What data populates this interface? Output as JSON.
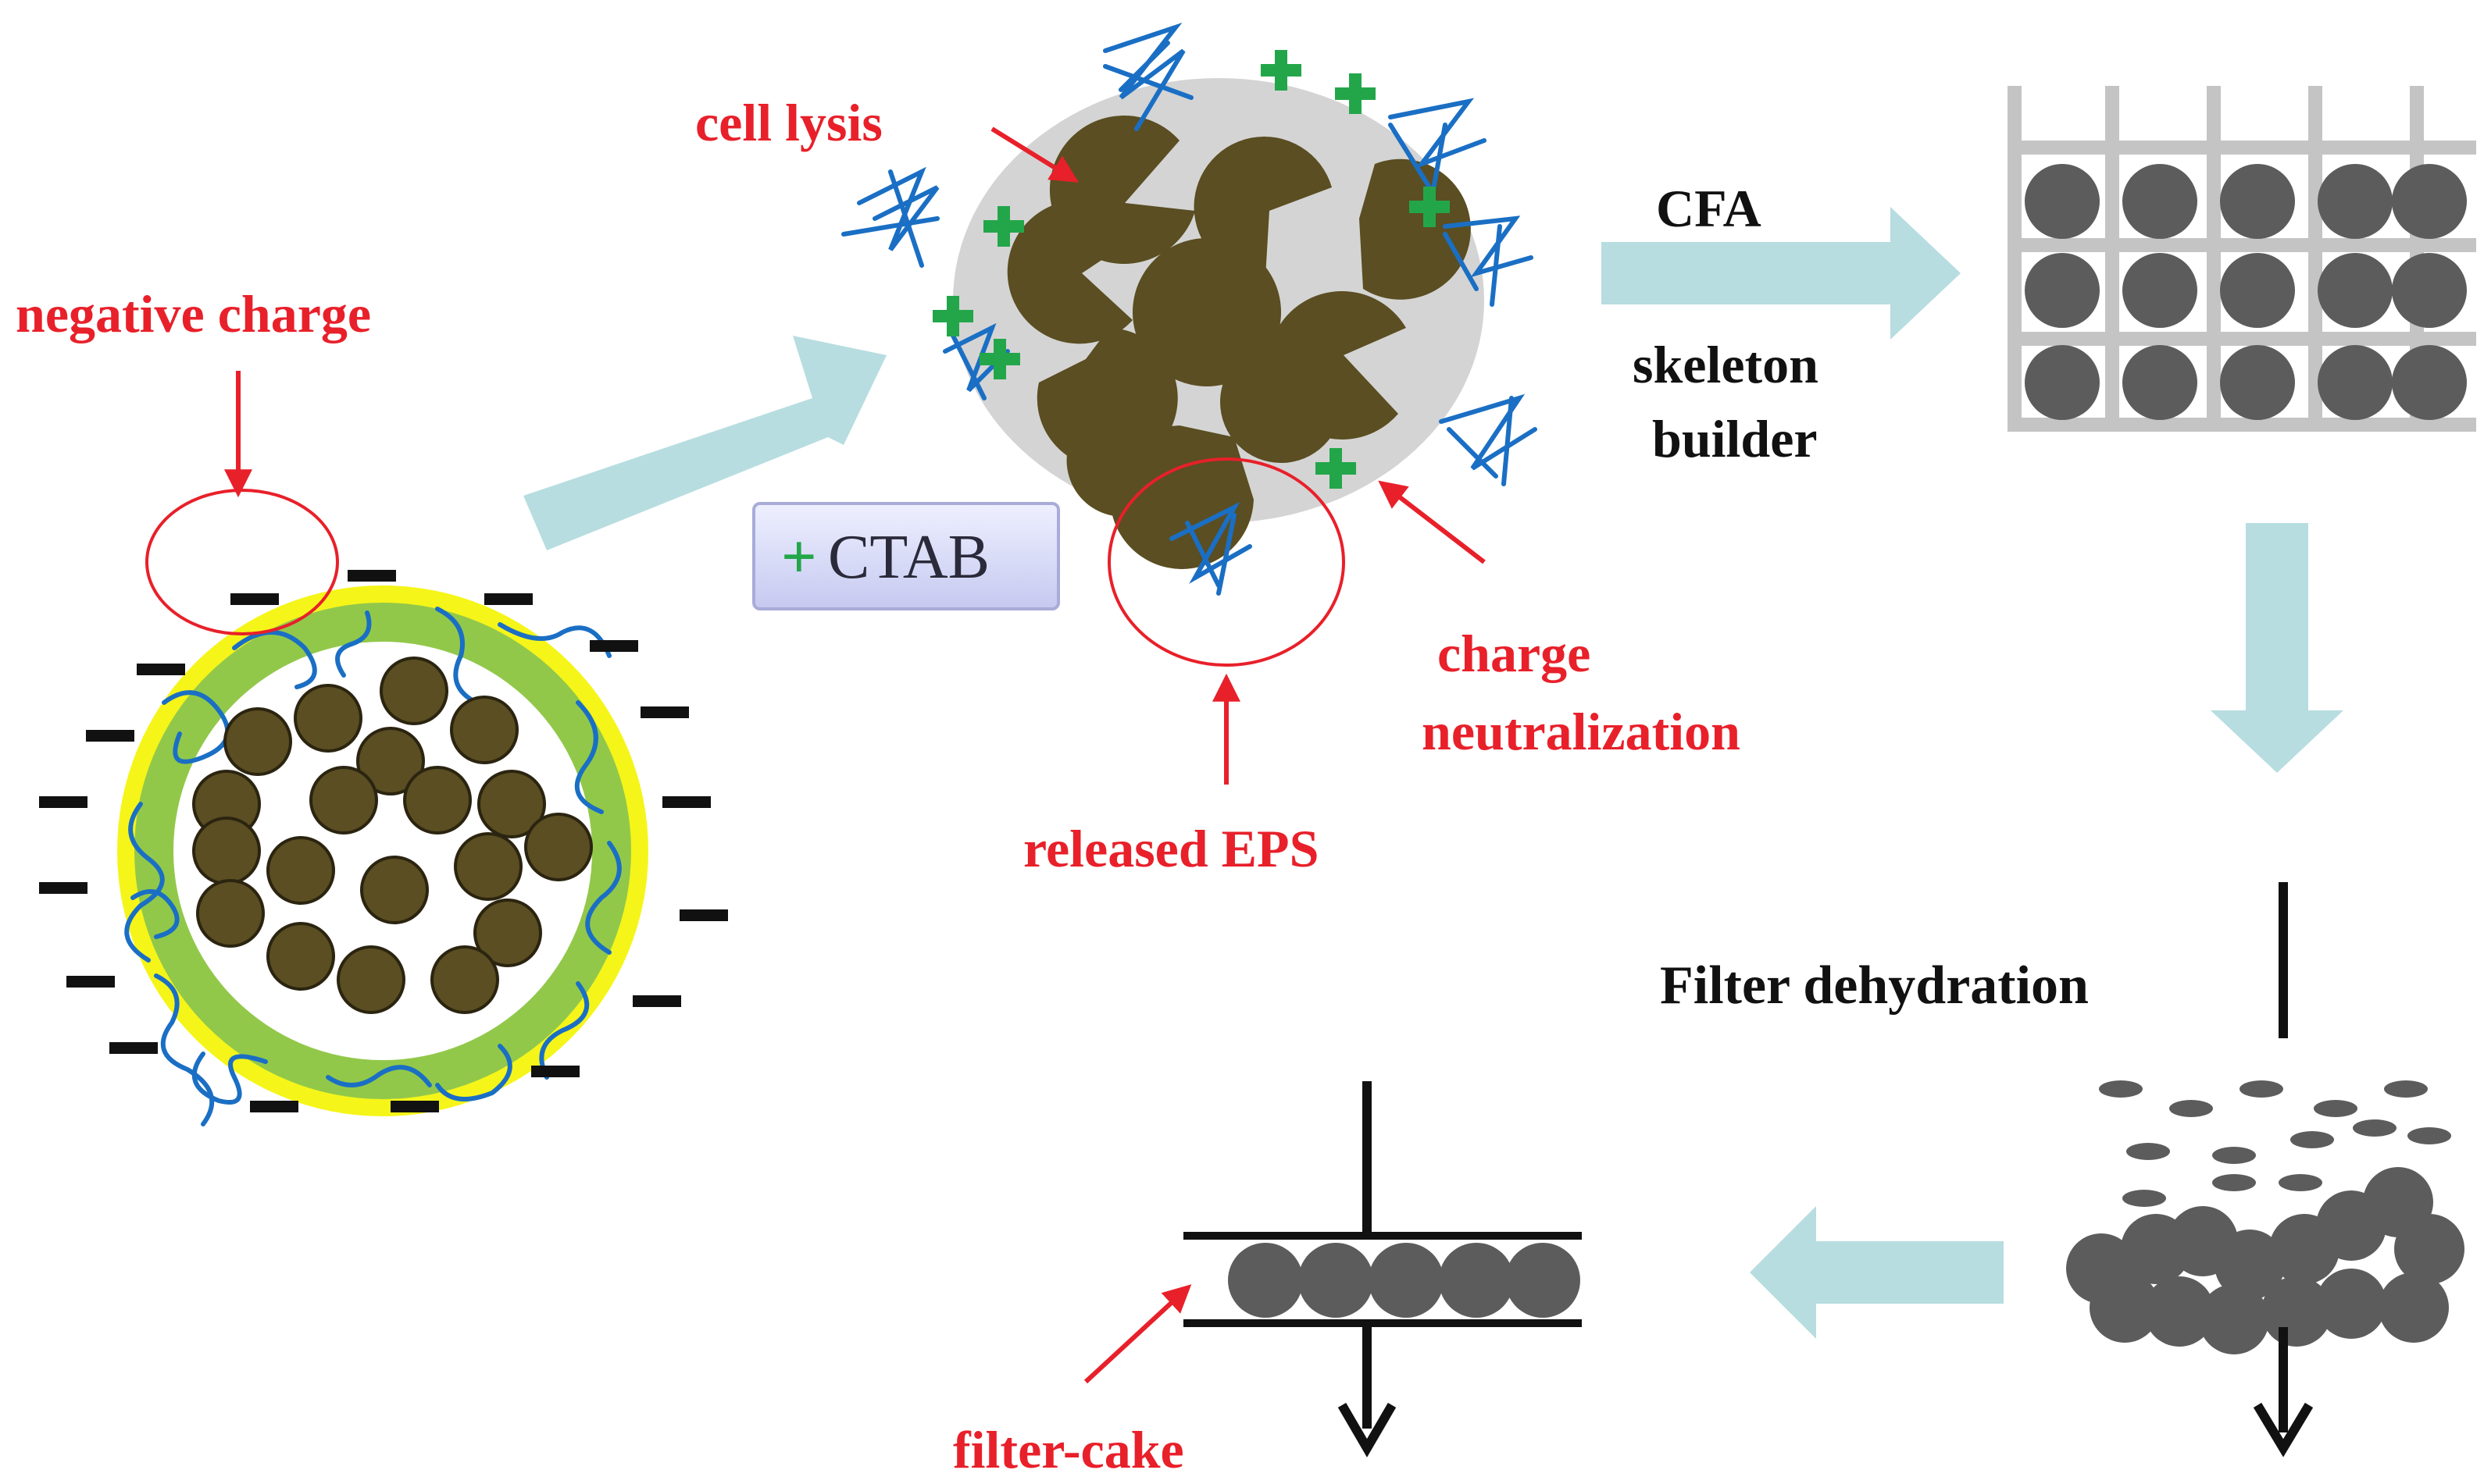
{
  "labels": {
    "negative_charge": "negative charge",
    "cell_lysis": "cell lysis",
    "ctab_plus": "+",
    "ctab": "CTAB",
    "released_eps": "released EPS",
    "charge": "charge",
    "neutralization": "neutralization",
    "cfa": "CFA",
    "skeleton": "skeleton",
    "builder": "builder",
    "filter_dehydration": "Filter dehydration",
    "filter_cake": "filter-cake"
  },
  "colors": {
    "annotation_red": "#e8202a",
    "process_arrow": "#b7dde0",
    "cell_brown": "#5a4e22",
    "cell_outline": "#2b2410",
    "eps_blue": "#1a6fc4",
    "cationic_green": "#23a64a",
    "outer_yellow": "#f5f51a",
    "inner_green": "#92c84a",
    "floc_gray": "#d4d4d4",
    "particle_gray": "#5c5c5c",
    "skeleton_gray": "#c4c4c4",
    "ctab_box": "#d6d8f6"
  }
}
